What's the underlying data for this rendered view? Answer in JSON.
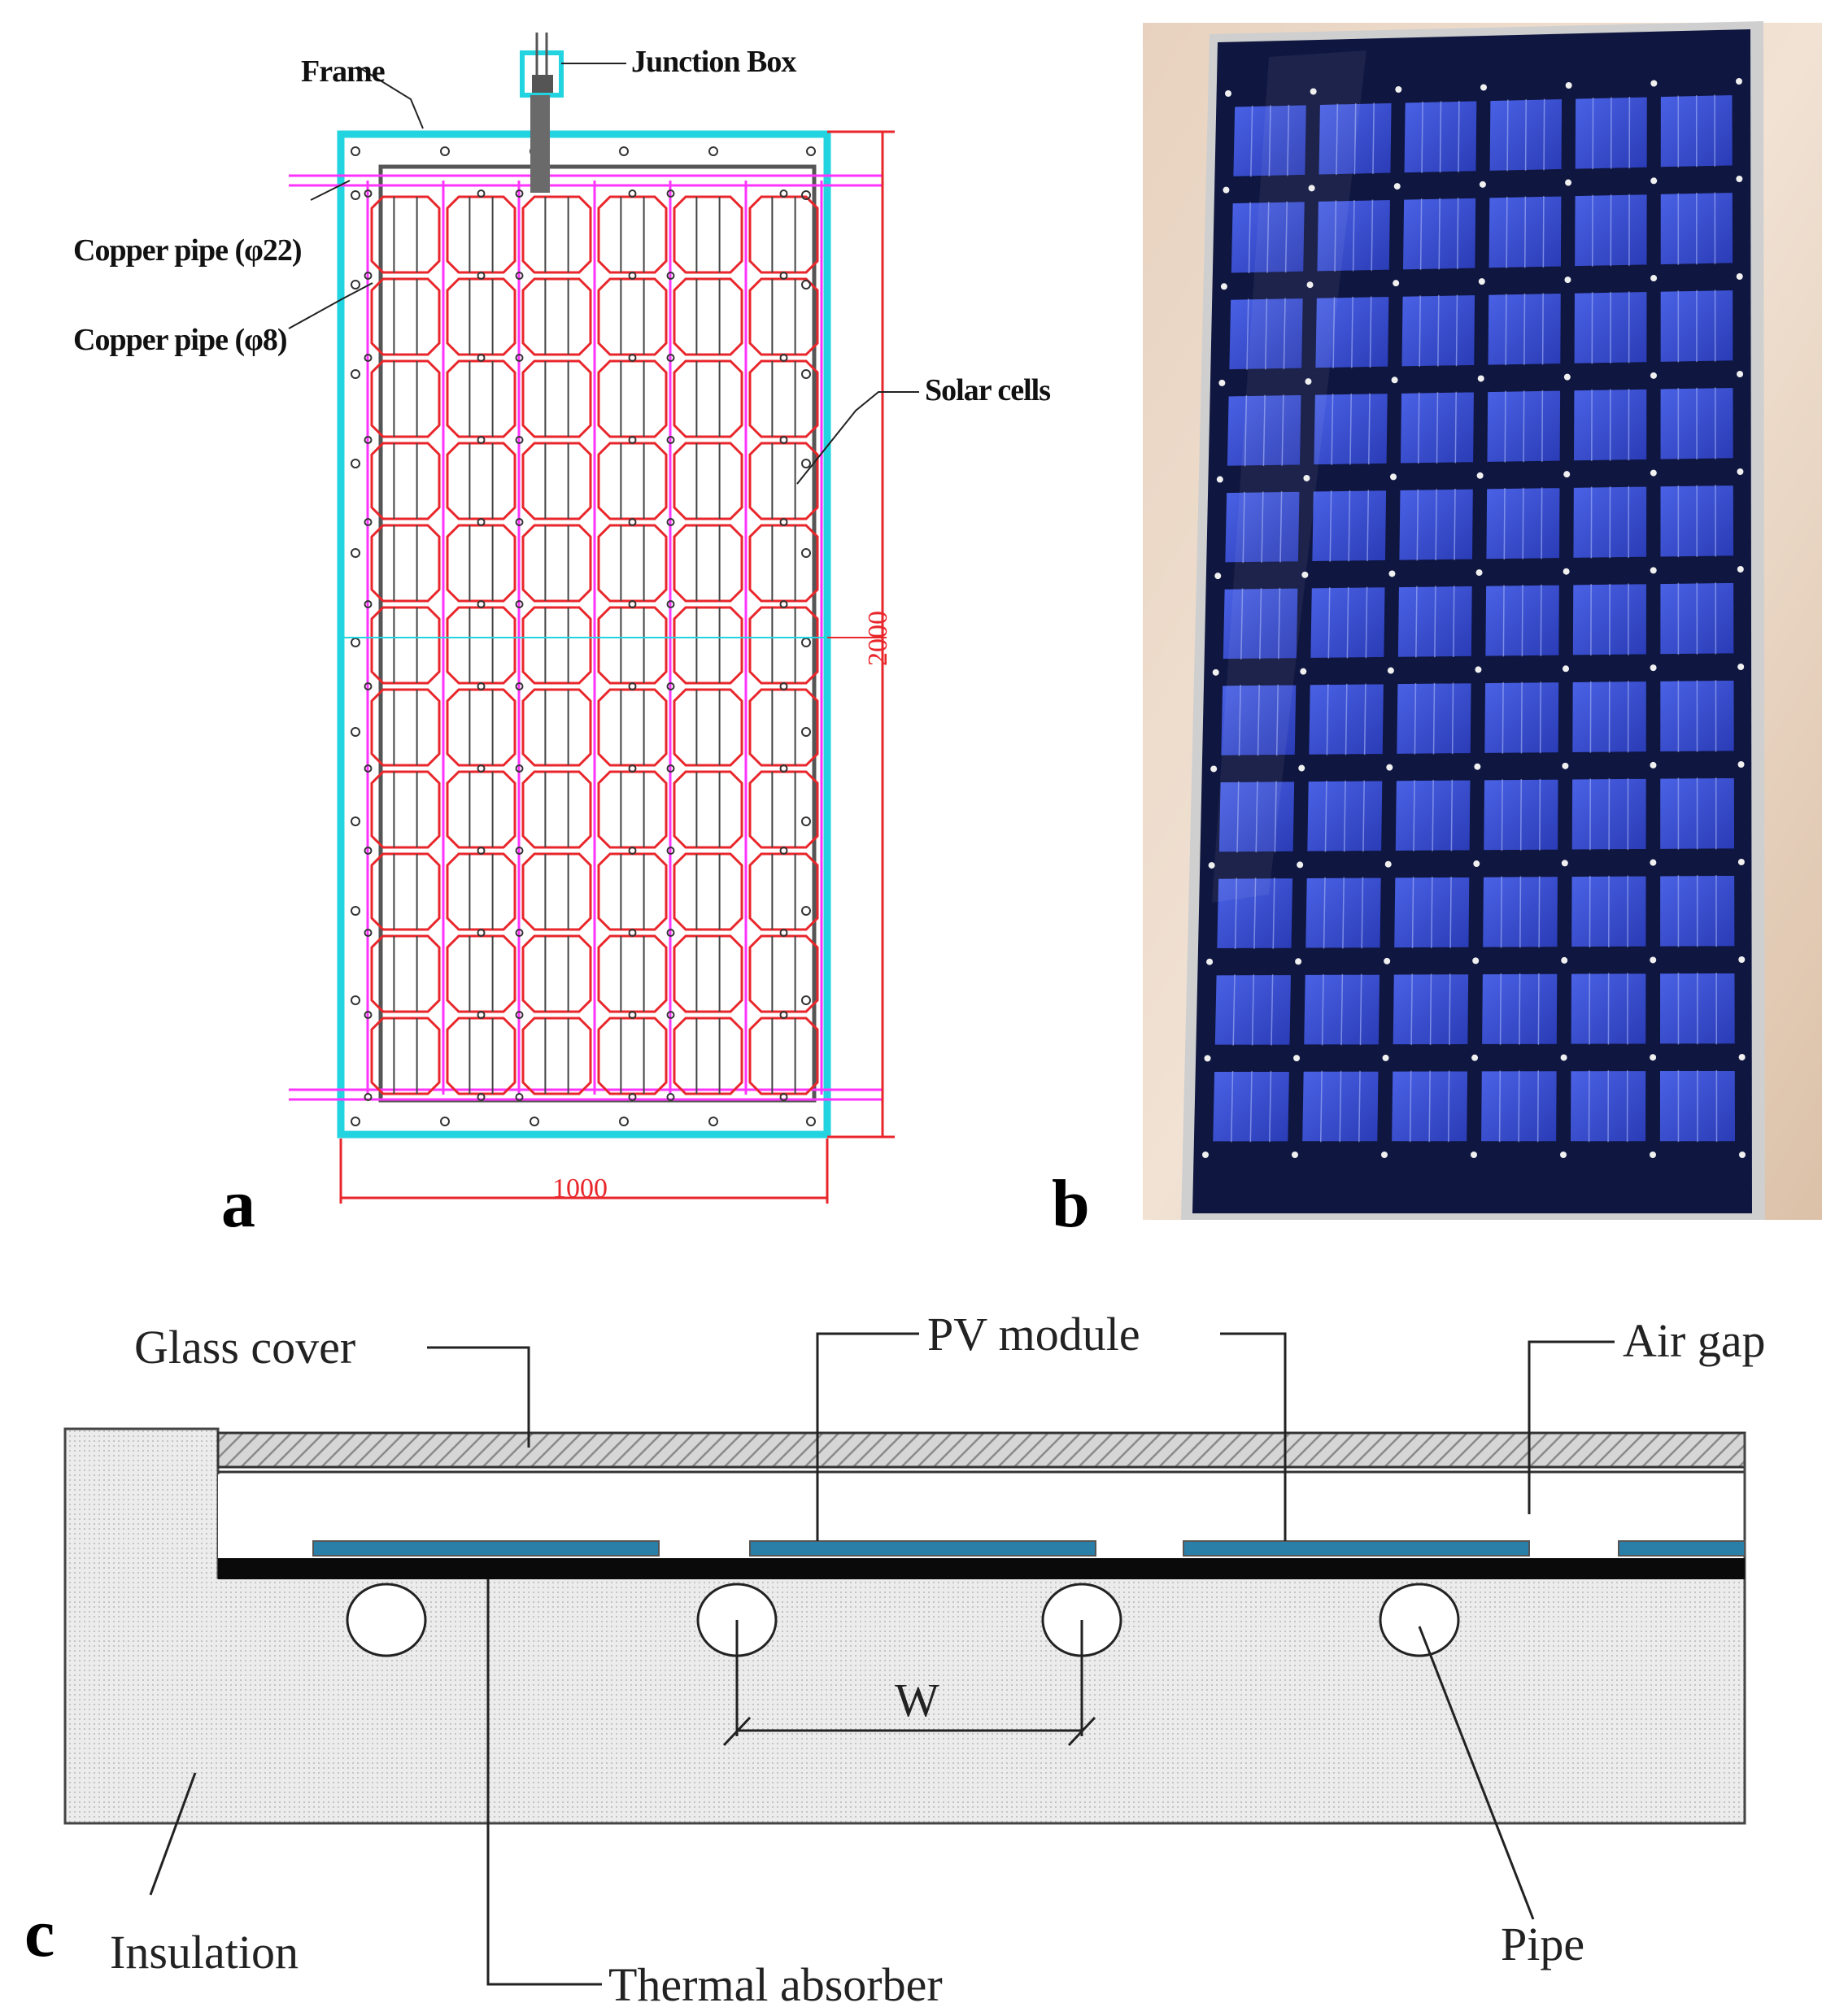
{
  "panel_a": {
    "letter": "a",
    "labels": {
      "frame": "Frame",
      "junction_box": "Junction Box",
      "copper_pipe_22": "Copper pipe (φ22)",
      "copper_pipe_8": "Copper pipe (φ8)",
      "solar_cells": "Solar cells"
    },
    "dimensions": {
      "height": "2000",
      "width": "1000"
    },
    "colors": {
      "frame": "#22d3e0",
      "pipe": "#ff33ff",
      "cell": "#e8262b",
      "dimension": "#e8262b"
    }
  },
  "panel_b": {
    "letter": "b",
    "colors": {
      "cell": "#3b4fd6",
      "gap": "#0f1640",
      "frame": "#cfcfcf"
    }
  },
  "panel_c": {
    "letter": "c",
    "labels": {
      "glass_cover": "Glass cover",
      "pv_module": "PV module",
      "air_gap": "Air gap",
      "w": "W",
      "insulation": "Insulation",
      "thermal_absorber": "Thermal absorber",
      "pipe": "Pipe"
    },
    "colors": {
      "pv_module": "#2a7fa8",
      "absorber": "#0a0a0a",
      "insulation": "#e9e9e9"
    }
  }
}
